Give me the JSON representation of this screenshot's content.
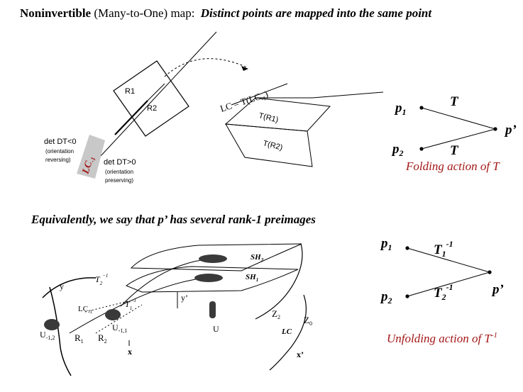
{
  "title": {
    "bold": "Noninvertible",
    "normal": "(Many-to-One) map:",
    "italic": "Distinct points are mapped into the same point"
  },
  "top_left_figure": {
    "region_r1": "R1",
    "region_r2": "R2",
    "lc_equation": "LC = T(LC",
    "lc_equation_sub": "-1",
    "lc_equation_close": ")",
    "image_r1": "T(R1)",
    "image_r2": "T(R2)",
    "lc_minus1": "LC",
    "lc_minus1_sub": "-1",
    "det_negative": "det DT<0",
    "orientation_reversing": [
      "(orientation",
      "reversing)"
    ],
    "det_positive": "det DT>0",
    "orientation_preserving": [
      "(orientation",
      "preserving)"
    ]
  },
  "folding_diagram": {
    "p1": "p",
    "p1_sub": "1",
    "p2": "p",
    "p2_sub": "2",
    "p_prime": "p’",
    "map_top": "T",
    "map_bottom": "T",
    "caption": "Folding action of T"
  },
  "middle_statement": "Equivalently, we say that p’ has several rank-1 preimages",
  "bottom_left_figure": {
    "sh2": "SH",
    "sh2_sub": "2",
    "sh1": "SH",
    "sh1_sub": "1",
    "t2_inverse": "T",
    "t2_inverse_sub": "2",
    "t2_inverse_sup": "−1",
    "t1_inverse": "T",
    "t1_inverse_sub": "1",
    "t1_inverse_sup": "-1",
    "y": "y",
    "y_prime": "y’",
    "lc_minus1": "LC",
    "lc_minus1_sub": "-1",
    "u_minus12": "U",
    "u_minus12_sub": "-1,2",
    "u_minus11": "U",
    "u_minus11_sub": "-1,1",
    "r1": "R",
    "r1_sub": "1",
    "r2": "R",
    "r2_sub": "2",
    "u": "U",
    "z2": "Z",
    "z2_sub": "2",
    "z0": "Z",
    "z0_sub": "0",
    "lc": "LC",
    "x": "x",
    "x_prime": "x’"
  },
  "unfolding_diagram": {
    "p1": "p",
    "p1_sub": "1",
    "p2": "p",
    "p2_sub": "2",
    "p_prime": "p’",
    "map_top": "T",
    "map_top_sub": "1",
    "map_top_sup": "-1",
    "map_bottom": "T",
    "map_bottom_sub": "2",
    "map_bottom_sup": "-1",
    "caption": "Unfolding action of T",
    "caption_sup": "-1"
  },
  "colors": {
    "caption_red": "#a41818",
    "lc_label_gray": "#c8c8c8"
  }
}
